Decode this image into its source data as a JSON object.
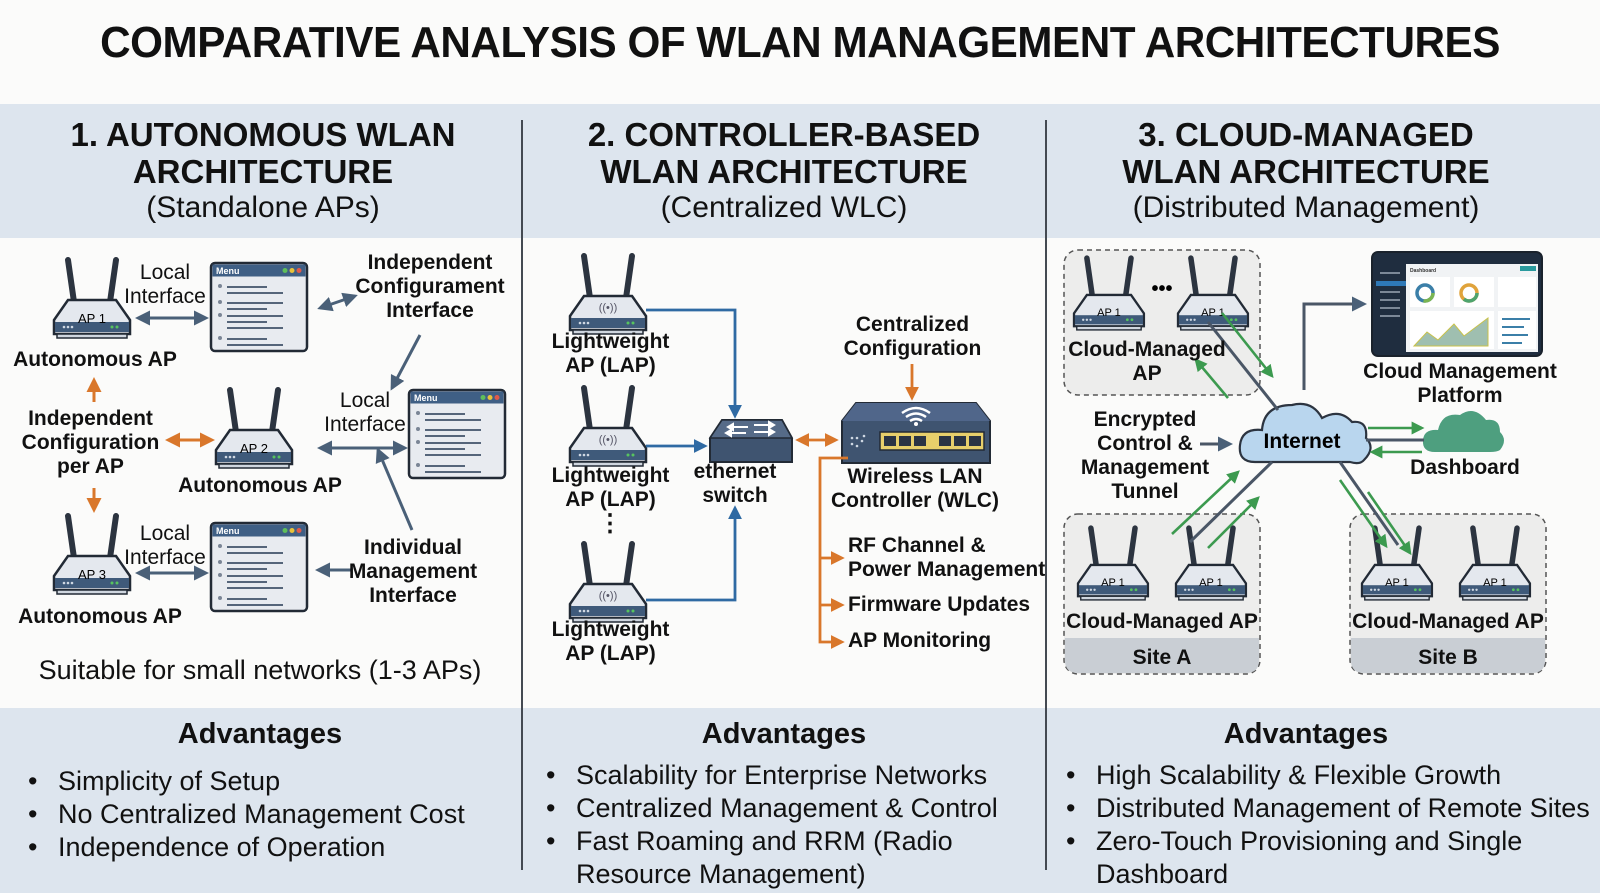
{
  "title": "COMPARATIVE ANALYSIS OF WLAN MANAGEMENT ARCHITECTURES",
  "colors": {
    "band": "#dde5ee",
    "blue_arrow": "#2f6aa3",
    "slate_arrow": "#4a6078",
    "orange_arrow": "#d9772b",
    "green_arrow": "#3c9a4f",
    "device": "#3f5470"
  },
  "columns": [
    {
      "heading_line1": "1. AUTONOMOUS WLAN",
      "heading_line2": "ARCHITECTURE",
      "subheading": "(Standalone APs)",
      "diagram": {
        "ap_labels": [
          "AP 1",
          "AP 2",
          "AP 3"
        ],
        "ap_caption": "Autonomous AP",
        "local_interface_line1": "Local",
        "local_interface_line2": "Interface",
        "menu_label": "Menu",
        "independent_config_interface": [
          "Independent",
          "Configurament",
          "Interface"
        ],
        "independent_config_per_ap": [
          "Independent",
          "Configuration",
          "per AP"
        ],
        "individual_mgmt_interface": [
          "Individual",
          "Management",
          "Interface"
        ]
      },
      "note": "Suitable for small networks (1-3 APs)",
      "advantages_title": "Advantages",
      "advantages": [
        "Simplicity of Setup",
        "No Centralized Management Cost",
        "Independence of Operation"
      ]
    },
    {
      "heading_line1": "2. CONTROLLER-BASED",
      "heading_line2": "WLAN ARCHITECTURE",
      "subheading": "(Centralized WLC)",
      "diagram": {
        "lap_line1": "Lightweight",
        "lap_line2": "AP (LAP)",
        "ellipsis": "⋮",
        "switch_line1": "ethernet",
        "switch_line2": "switch",
        "central_config": [
          "Centralized",
          "Configuration"
        ],
        "wlc_line1": "Wireless LAN",
        "wlc_line2": "Controller (WLC)",
        "functions": [
          [
            "RF Channel &",
            "Power Management"
          ],
          [
            "Firmware Updates"
          ],
          [
            "AP Monitoring"
          ]
        ]
      },
      "advantages_title": "Advantages",
      "advantages": [
        "Scalability for Enterprise Networks",
        "Centralized Management & Control",
        "Fast Roaming and RRM (Radio",
        "Resource Management)"
      ]
    },
    {
      "heading_line1": "3. CLOUD-MANAGED",
      "heading_line2": "WLAN ARCHITECTURE",
      "subheading": "(Distributed Management)",
      "diagram": {
        "ap_label": "AP 1",
        "ellipsis": "•••",
        "top_group_caption": [
          "Cloud-Managed",
          "AP"
        ],
        "tunnel_label": [
          "Encrypted",
          "Control &",
          "Management",
          "Tunnel"
        ],
        "internet": "Internet",
        "platform_caption": [
          "Cloud Management",
          "Platform"
        ],
        "platform_screen_title": "Dashboard",
        "dashboard_label": "Dashboard",
        "site_caption": "Cloud-Managed AP",
        "site_a": "Site A",
        "site_b": "Site B"
      },
      "advantages_title": "Advantages",
      "advantages": [
        "High Scalability & Flexible Growth",
        "Distributed Management of Remote Sites",
        "Zero-Touch Provisioning and Single",
        "Dashboard"
      ]
    }
  ]
}
